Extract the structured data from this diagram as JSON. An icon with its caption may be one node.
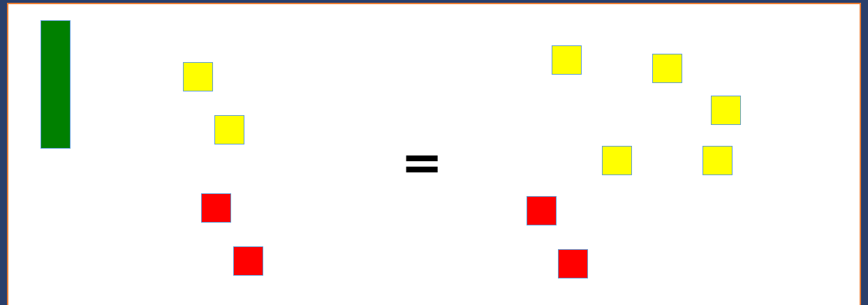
{
  "diagram": {
    "nodes": [
      {
        "text": [],
        "shape": "bar"
      },
      {
        "text": [],
        "shape": "box"
      },
      {
        "text": [],
        "shape": "box"
      },
      {
        "text": [],
        "shape": "box"
      },
      {
        "text": [],
        "shape": "box"
      },
      {
        "text": [],
        "shape": "box"
      },
      {
        "text": [],
        "shape": "box"
      },
      {
        "text": [],
        "shape": "box"
      },
      {
        "text": [],
        "shape": "box"
      },
      {
        "text": [],
        "shape": "box"
      },
      {
        "text": [],
        "shape": "box"
      },
      {
        "text": [],
        "shape": "box"
      }
    ],
    "labels": [
      "="
    ]
  }
}
